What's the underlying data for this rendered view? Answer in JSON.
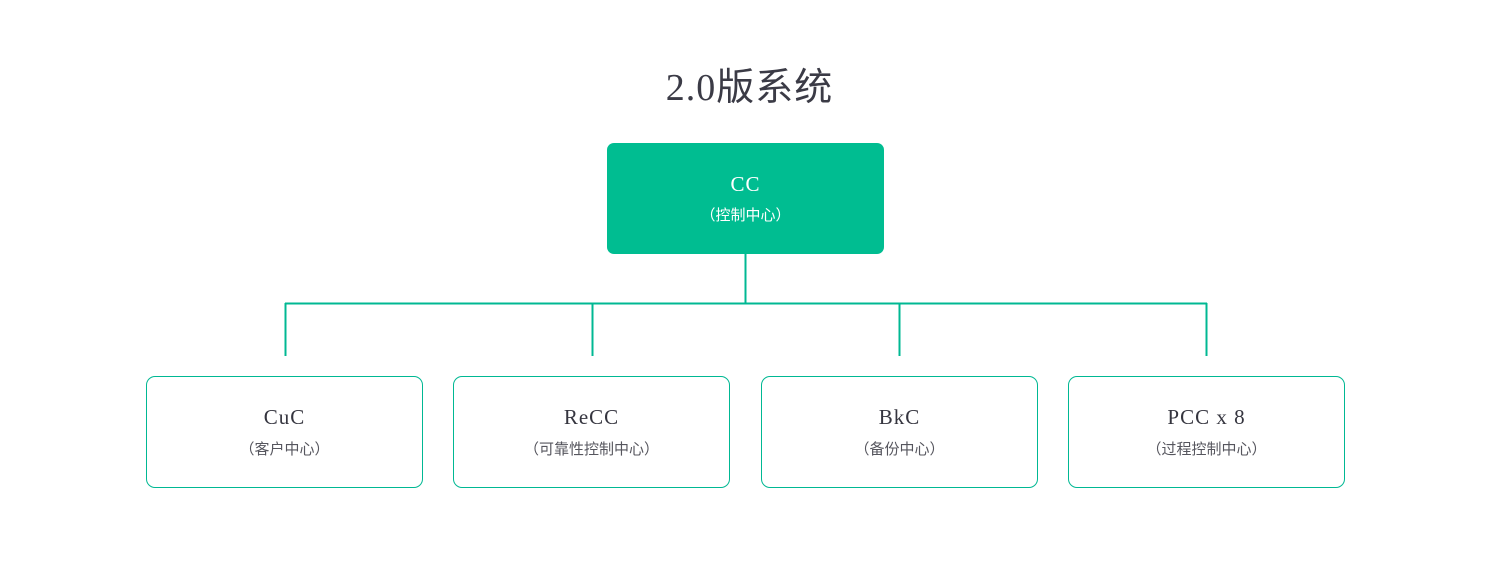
{
  "title": "2.0版系统",
  "theme": {
    "accent": "#00bd91",
    "border": "#00b893",
    "connector": "#00b893",
    "title_color": "#3b3b46",
    "label_color": "#35353f",
    "sub_color": "#56565e",
    "root_text_color": "#ffffff",
    "background": "#ffffff"
  },
  "root": {
    "label": "CC",
    "sub": "（控制中心）"
  },
  "children": [
    {
      "label": "CuC",
      "sub": "（客户中心）"
    },
    {
      "label": "ReCC",
      "sub": "（可靠性控制中心）"
    },
    {
      "label": "BkC",
      "sub": "（备份中心）"
    },
    {
      "label": "PCC x 8",
      "sub": "（过程控制中心）"
    }
  ],
  "chart_data": {
    "type": "diagram",
    "diagram_type": "org-tree",
    "title": "2.0版系统",
    "nodes": [
      {
        "id": "CC",
        "label": "CC",
        "sub": "（控制中心）",
        "level": 0,
        "parent": null,
        "style": "filled"
      },
      {
        "id": "CuC",
        "label": "CuC",
        "sub": "（客户中心）",
        "level": 1,
        "parent": "CC",
        "style": "outlined"
      },
      {
        "id": "ReCC",
        "label": "ReCC",
        "sub": "（可靠性控制中心）",
        "level": 1,
        "parent": "CC",
        "style": "outlined"
      },
      {
        "id": "BkC",
        "label": "BkC",
        "sub": "（备份中心）",
        "level": 1,
        "parent": "CC",
        "style": "outlined"
      },
      {
        "id": "PCC",
        "label": "PCC x 8",
        "sub": "（过程控制中心）",
        "level": 1,
        "parent": "CC",
        "style": "outlined"
      }
    ],
    "edges": [
      {
        "from": "CC",
        "to": "CuC"
      },
      {
        "from": "CC",
        "to": "ReCC"
      },
      {
        "from": "CC",
        "to": "BkC"
      },
      {
        "from": "CC",
        "to": "PCC"
      }
    ]
  }
}
